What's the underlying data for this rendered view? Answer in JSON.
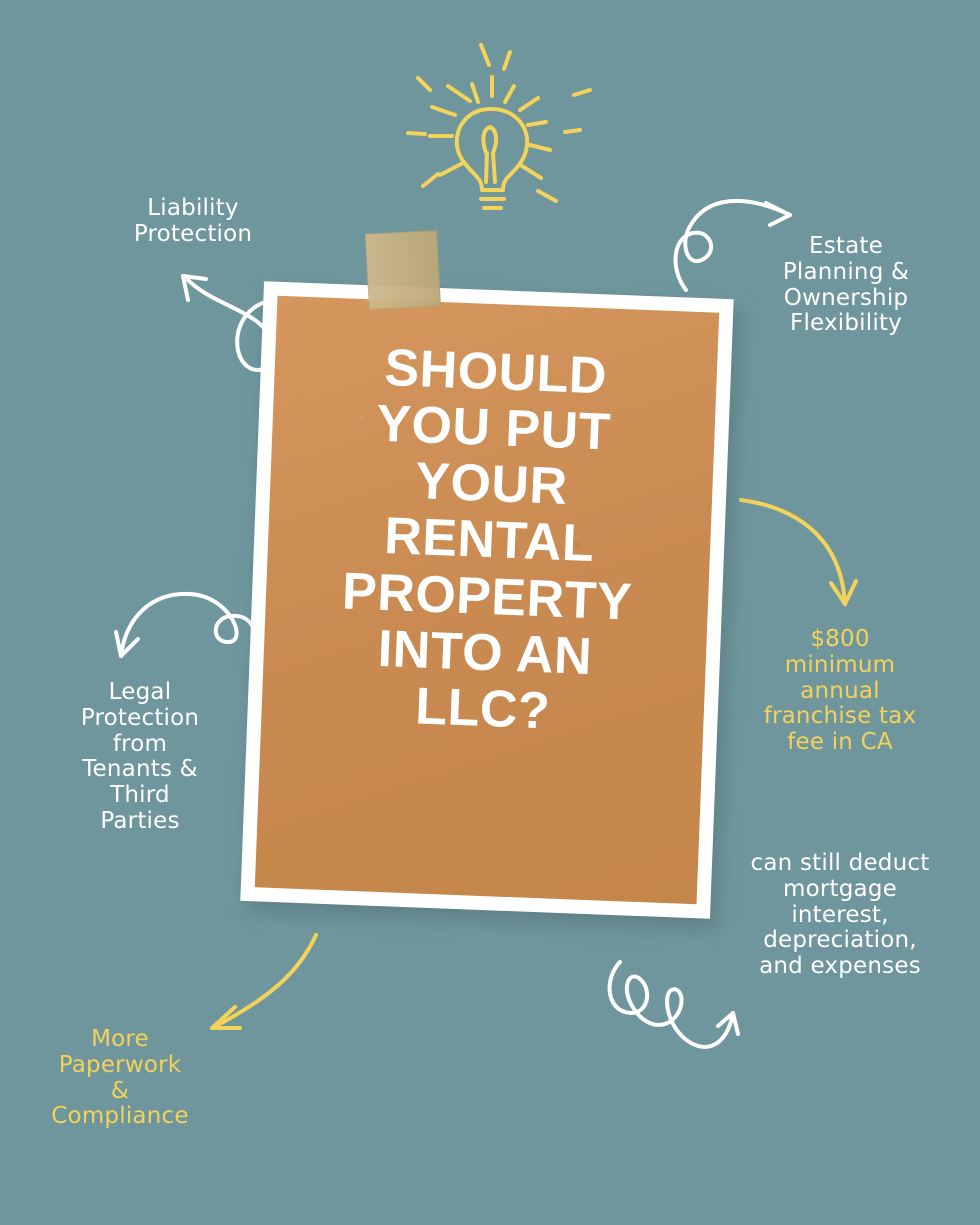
{
  "poster": {
    "title_lines": [
      "SHOULD",
      "YOU PUT",
      "YOUR",
      "RENTAL",
      "PROPERTY",
      "INTO AN",
      "LLC?"
    ],
    "labels": {
      "liability": {
        "lines": [
          "Liability",
          "Protection"
        ],
        "color": "#ffffff"
      },
      "estate": {
        "lines": [
          "Estate",
          "Planning &",
          "Ownership",
          "Flexibility"
        ],
        "color": "#ffffff"
      },
      "franchise": {
        "lines": [
          "$800",
          "minimum",
          "annual",
          "franchise tax",
          "fee in CA"
        ],
        "color": "#f3d35a"
      },
      "legal": {
        "lines": [
          "Legal",
          "Protection",
          "from",
          "Tenants &",
          "Third",
          "Parties"
        ],
        "color": "#ffffff"
      },
      "deduct": {
        "lines": [
          "can still deduct",
          "mortgage",
          "interest,",
          "depreciation,",
          "and expenses"
        ],
        "color": "#ffffff"
      },
      "paperwork": {
        "lines": [
          "More",
          "Paperwork",
          "&",
          "Compliance"
        ],
        "color": "#f3d35a"
      }
    },
    "colors": {
      "background": "#6f969d",
      "card": "#c98a52",
      "card_frame": "#ffffff",
      "tape": "#c8b27f",
      "accent_yellow": "#f3d35a",
      "accent_white": "#ffffff"
    },
    "icons": {
      "idea": "lightbulb-icon"
    }
  }
}
